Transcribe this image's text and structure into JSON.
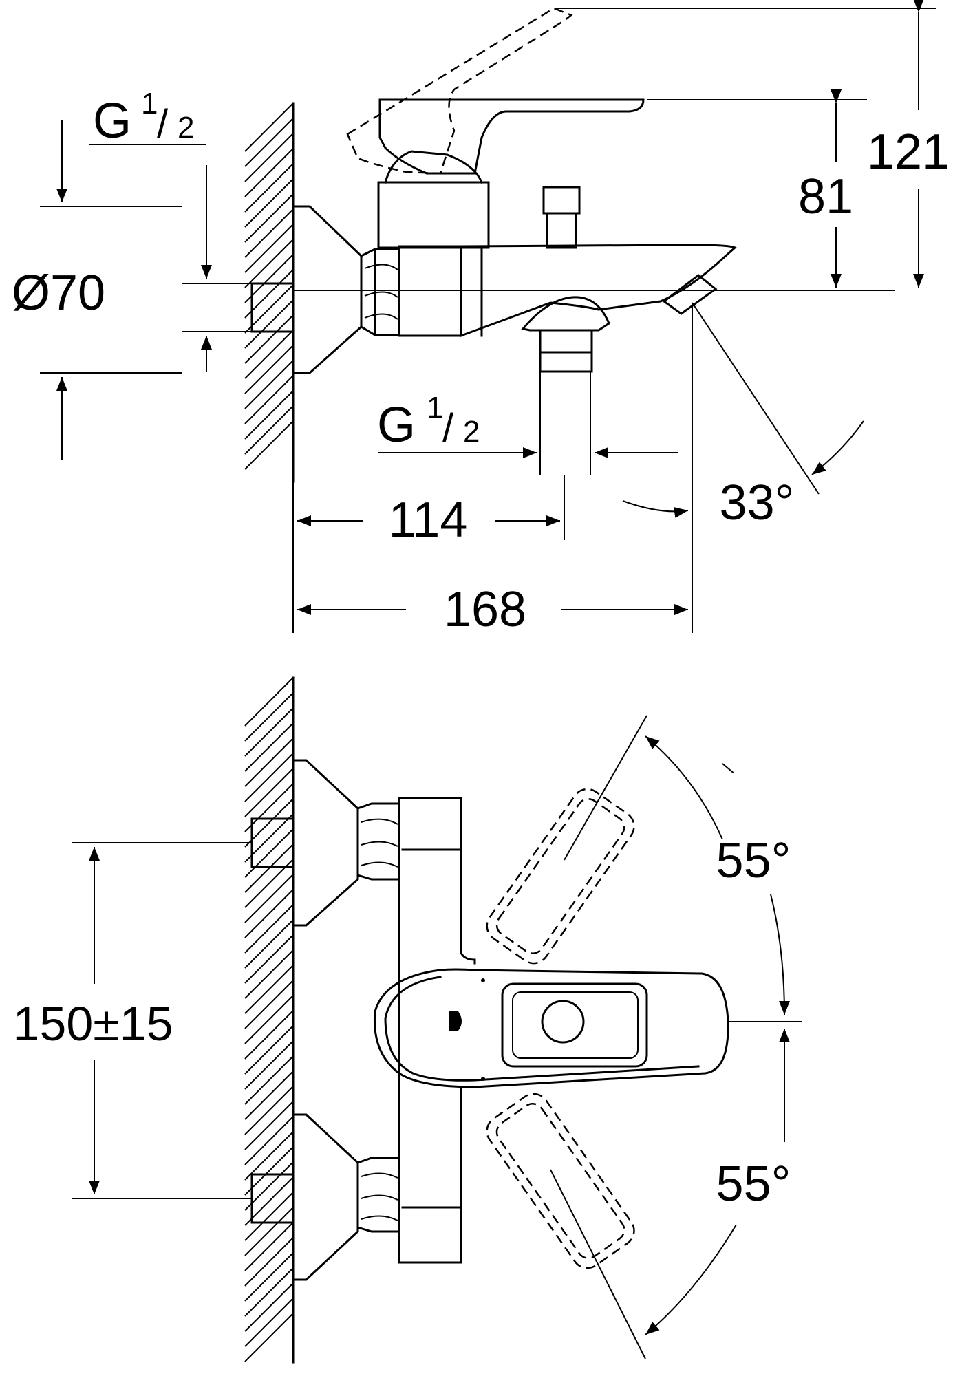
{
  "drawing": {
    "side_view": {
      "inlet_thread_main": "G",
      "inlet_thread_num": "1",
      "inlet_thread_den": "2",
      "flange_diameter": "Ø70",
      "outlet_thread_main": "G",
      "outlet_thread_num": "1",
      "outlet_thread_den": "2",
      "height_handle": "81",
      "height_total": "121",
      "outlet_distance": "114",
      "spout_projection": "168",
      "spout_angle": "33°"
    },
    "top_view": {
      "inlet_spacing": "150±15",
      "lever_angle_upper": "55°",
      "lever_angle_lower": "55°"
    }
  }
}
